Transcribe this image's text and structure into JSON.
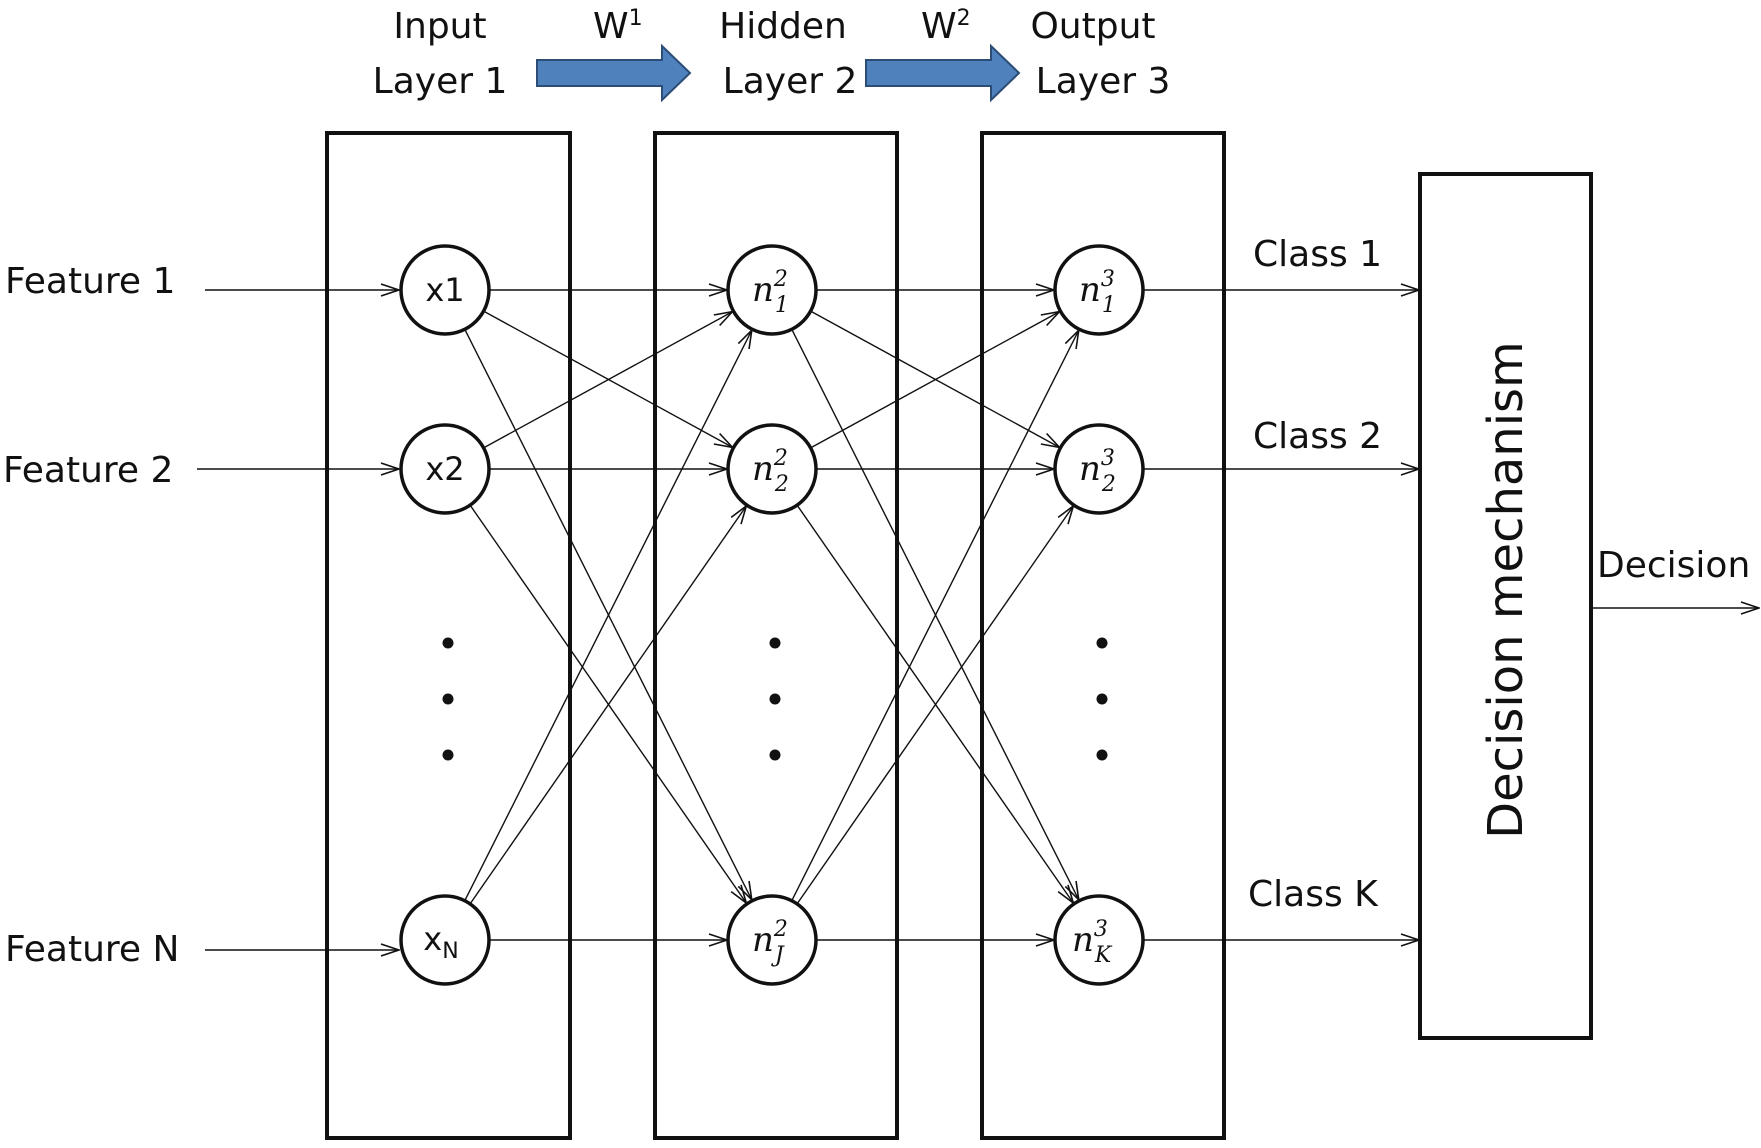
{
  "layers": {
    "input": {
      "line1": "Input",
      "line2": "Layer 1"
    },
    "hidden": {
      "line1": "Hidden",
      "line2": "Layer 2"
    },
    "output": {
      "line1": "Output",
      "line2": "Layer 3"
    }
  },
  "weights": {
    "w1": {
      "base": "W",
      "sup": "1"
    },
    "w2": {
      "base": "W",
      "sup": "2"
    }
  },
  "features": [
    "Feature 1",
    "Feature 2",
    "Feature N"
  ],
  "input_nodes": [
    {
      "base": "x1",
      "sub": ""
    },
    {
      "base": "x2",
      "sub": ""
    },
    {
      "base": "x",
      "sub": "N"
    }
  ],
  "hidden_nodes": [
    {
      "base": "n",
      "sup": "2",
      "sub": "1"
    },
    {
      "base": "n",
      "sup": "2",
      "sub": "2"
    },
    {
      "base": "n",
      "sup": "2",
      "sub": "J"
    }
  ],
  "output_nodes": [
    {
      "base": "n",
      "sup": "3",
      "sub": "1"
    },
    {
      "base": "n",
      "sup": "3",
      "sub": "2"
    },
    {
      "base": "n",
      "sup": "3",
      "sub": "K"
    }
  ],
  "classes": [
    "Class 1",
    "Class 2",
    "Class K"
  ],
  "decision_box_label": "Decision mechanism",
  "decision_output": "Decision",
  "colors": {
    "weight_arrow": "#4f81bd",
    "weight_arrow_border": "#2c4d75",
    "stroke": "#111111"
  }
}
